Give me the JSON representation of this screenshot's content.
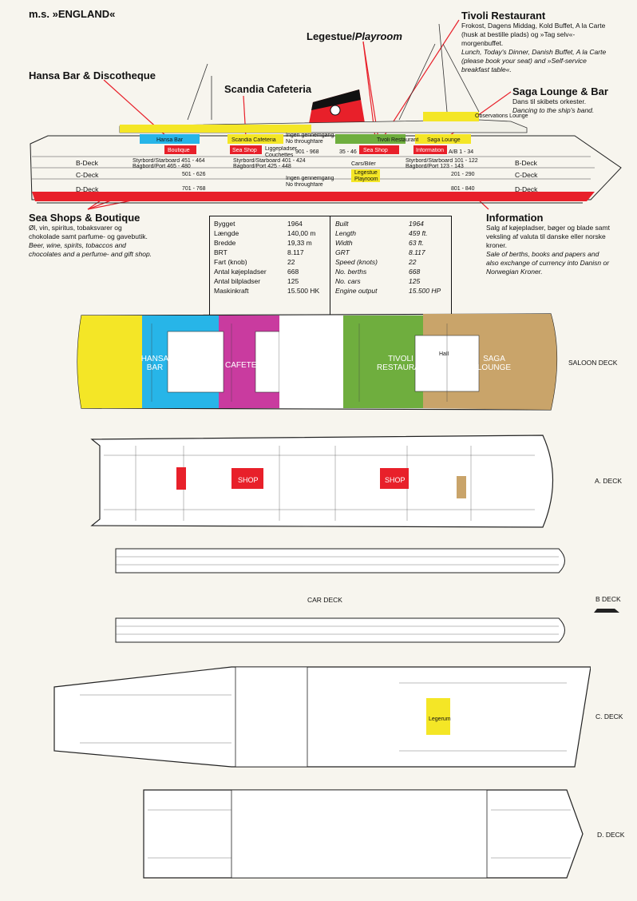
{
  "title": "m.s. »ENGLAND«",
  "callouts": {
    "hansa": {
      "heading": "Hansa Bar & Discotheque"
    },
    "scandia": {
      "heading": "Scandia Cafeteria"
    },
    "legestue": {
      "heading_da": "Legestue/",
      "heading_en": "Playroom"
    },
    "tivoli": {
      "heading": "Tivoli Restaurant",
      "da": [
        "Frokost, Dagens Middag, Kold Buffet, A la Carte",
        "(husk at bestille plads) og »Tag selv«-",
        "morgenbuffet."
      ],
      "en": [
        "Lunch, Today's Dinner, Danish Buffet, A la Carte",
        "(please book your seat) and »Self-service",
        "breakfast table«."
      ]
    },
    "saga": {
      "heading": "Saga Lounge & Bar",
      "da": "Dans til skibets orkester.",
      "en": "Dancing to the ship's band."
    },
    "shops": {
      "heading": "Sea Shops & Boutique",
      "da": [
        "Øl, vin, spiritus, tobaksvarer og",
        "chokolade samt parfume- og gavebutik."
      ],
      "en": [
        "Beer, wine, spirits, tobaccos and",
        "chocolates and a perfume- and gift shop."
      ]
    },
    "information": {
      "heading": "Information",
      "da": [
        "Salg af køjepladser, bøger og blade samt",
        "veksling af valuta til danske eller norske",
        "kroner."
      ],
      "en": [
        "Sale of berths, books and papers and",
        "also exchange of currency into Danisn or",
        "Norwegian Kroner."
      ]
    }
  },
  "specs": {
    "danish": [
      {
        "k": "Bygget",
        "v": "1964"
      },
      {
        "k": "Længde",
        "v": "140,00 m"
      },
      {
        "k": "Bredde",
        "v": "19,33 m"
      },
      {
        "k": "BRT",
        "v": "8.117"
      },
      {
        "k": "Fart (knob)",
        "v": "22"
      },
      {
        "k": "Antal køjepladser",
        "v": "668"
      },
      {
        "k": "Antal bilpladser",
        "v": "125"
      },
      {
        "k": "Maskinkraft",
        "v": "15.500 HK"
      }
    ],
    "english": [
      {
        "k": "Built",
        "v": "1964"
      },
      {
        "k": "Length",
        "v": "459 ft."
      },
      {
        "k": "Width",
        "v": "63 ft."
      },
      {
        "k": "GRT",
        "v": "8.117"
      },
      {
        "k": "Speed (knots)",
        "v": "22"
      },
      {
        "k": "No. berths",
        "v": "668"
      },
      {
        "k": "No. cars",
        "v": "125"
      },
      {
        "k": "Engine output",
        "v": "15.500 HP"
      }
    ]
  },
  "profile": {
    "labels": {
      "hansa": "Hansa Bar",
      "scandia": "Scandia Cafeteria",
      "tivoli": "Tivoli Restaurant",
      "saga": "Saga Lounge",
      "observation": "Observations Lounge",
      "boutique": "Boutique",
      "seashop1": "Sea Shop",
      "seashop2": "Sea Shop",
      "info": "Information",
      "no_through1": "Ingen gennemgang",
      "no_through2": "No throughfare",
      "liggepladser": "Liggepladser",
      "couchettes": "Couchettes",
      "cars": "Cars/Biler",
      "playroom1": "Legestue",
      "playroom2": "Playroom",
      "no_through3": "Ingen gennemgang",
      "no_through4": "No throughfare"
    },
    "numbers": {
      "sb1": "Styrbord/Starboard  451 - 464",
      "bb1": "Bagbord/Port         465 - 480",
      "n501": "501 - 626",
      "n701": "701 - 768",
      "sb2": "Styrbord/Starboard  401 - 424",
      "bb2": "Bagbord/Port          425 - 448",
      "n901": "901 - 968",
      "n35": "35 - 46",
      "ab": "A/B 1 - 34",
      "sb3": "Styrbord/Starboard  101 - 122",
      "bb3": "Bagbord/Port          123 - 143",
      "n201": "201 - 290",
      "n801": "801 - 840"
    },
    "decks_left": [
      "B-Deck",
      "C-Deck",
      "D-Deck"
    ],
    "decks_right": [
      "B-Deck",
      "C-Deck",
      "D-Deck"
    ]
  },
  "plan_labels": {
    "hansa": "HANSA BAR",
    "cafeteria": "CAFETERIA",
    "tivoli": "TIVOLI RESTAURANT",
    "saga": "SAGA LOUNGE",
    "shop1": "SHOP",
    "shop2": "SHOP",
    "hall": "Hall",
    "legerum": "Legerum"
  },
  "decks": {
    "saloon": "SALOON DECK",
    "a": "A. DECK",
    "car": "CAR DECK",
    "b": "B DECK",
    "c": "C. DECK",
    "d": "D. DECK"
  },
  "colors": {
    "yellow": "#f4e626",
    "cyan": "#27b5e8",
    "magenta": "#c93b9f",
    "green": "#6fae3e",
    "tan": "#c9a46a",
    "red": "#e8202a"
  }
}
